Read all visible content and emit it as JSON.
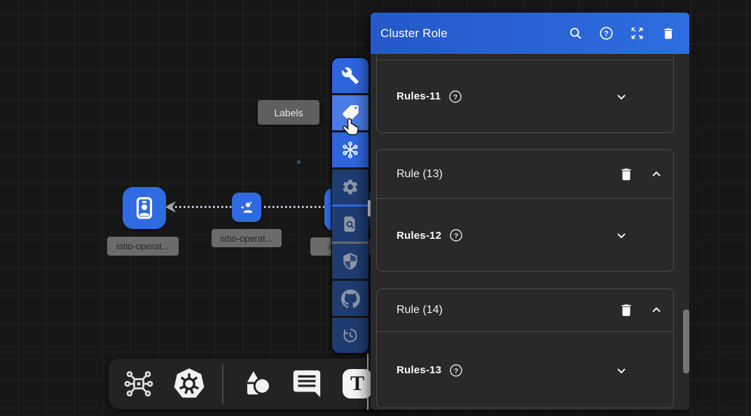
{
  "colors": {
    "accent_blue": "#2d65dd",
    "header_blue_gradient": [
      "#2558c8",
      "#2e6de2"
    ],
    "toolbar_inactive_bg": "#1e3c70",
    "toolbar_inactive_icon": "#8d95a3",
    "canvas_bg": "#171717",
    "panel_bg": "#29292a",
    "node_blue": "#2f6ae0",
    "edge_dots": "#c9d3e6"
  },
  "panel": {
    "title": "Cluster Role",
    "help_glyph": "?",
    "header_icons": [
      "search-icon",
      "help-icon",
      "expand-icon",
      "delete-icon"
    ],
    "cards": [
      {
        "field_label": "Rules-11"
      },
      {
        "header_title": "Rule (13)",
        "field_label": "Rules-12"
      },
      {
        "header_title": "Rule (14)",
        "field_label": "Rules-13"
      }
    ]
  },
  "tooltip": {
    "text": "Labels"
  },
  "toolbar": {
    "items": [
      {
        "name": "wrench-tool",
        "state": "active"
      },
      {
        "name": "labels-tool",
        "state": "active-hovered"
      },
      {
        "name": "freeze-tool",
        "state": "active"
      },
      {
        "name": "settings-tool",
        "state": "inactive"
      },
      {
        "name": "doc-search-tool",
        "state": "inactive"
      },
      {
        "name": "shield-tool",
        "state": "inactive"
      },
      {
        "name": "github-tool",
        "state": "inactive"
      },
      {
        "name": "history-tool",
        "state": "inactive"
      }
    ]
  },
  "dock": {
    "items": [
      "circuit-tool",
      "kubernetes-tool",
      "shapes-tool",
      "comment-tool",
      "text-tool"
    ],
    "text_glyph": "T"
  },
  "canvas": {
    "nodes": [
      {
        "type": "cluster-role-node",
        "label": "istio-operat..."
      },
      {
        "type": "service-account-node",
        "label": "istio-operat..."
      },
      {
        "type": "hidden-node",
        "label": "istio..."
      }
    ]
  }
}
